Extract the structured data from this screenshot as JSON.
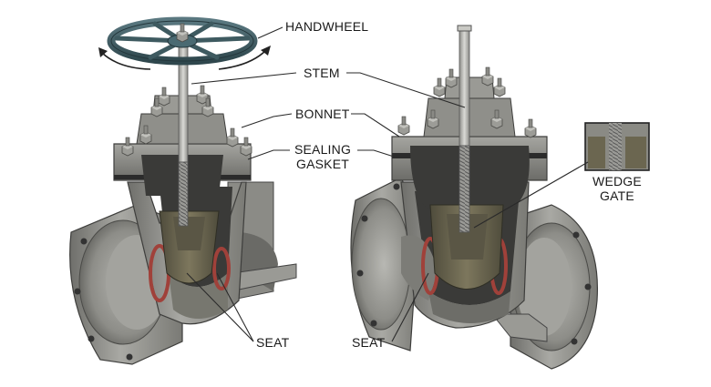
{
  "labels": {
    "handwheel": "HANDWHEEL",
    "stem": "STEM",
    "bonnet": "BONNET",
    "sealing_gasket_line1": "SEALING",
    "sealing_gasket_line2": "GASKET",
    "wedge_gate_line1": "WEDGE",
    "wedge_gate_line2": "GATE",
    "seat_left": "SEAT",
    "seat_right": "SEAT"
  },
  "colors": {
    "body_metal": "#8e8e89",
    "body_shadow": "#5e5e5a",
    "cavity_dark": "#3a3a38",
    "handwheel": "#3e5a60",
    "gate_bronze": "#6b6650",
    "seat_ring": "#a0413a",
    "stem": "#b9b9b5",
    "gasket": "#2b2b2b"
  },
  "icons": {
    "rotation_arrows": "curved-arrow-icon",
    "bolts": "hex-nut-icon"
  }
}
